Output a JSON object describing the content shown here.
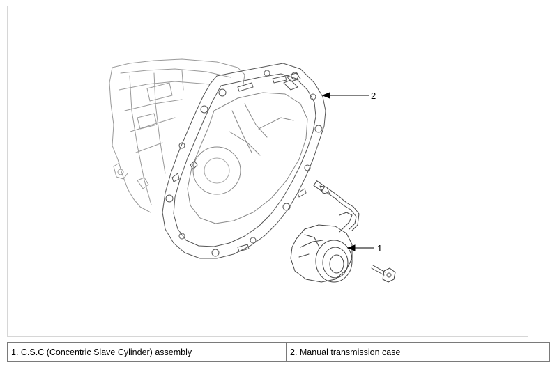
{
  "callouts": [
    {
      "label": "2",
      "part": "Manual transmission case"
    },
    {
      "label": "1",
      "part": "C.S.C (Concentric Slave Cylinder) assembly"
    }
  ],
  "legend": {
    "cells": [
      "1. C.S.C (Concentric Slave Cylinder) assembly",
      "2. Manual transmission case"
    ]
  }
}
